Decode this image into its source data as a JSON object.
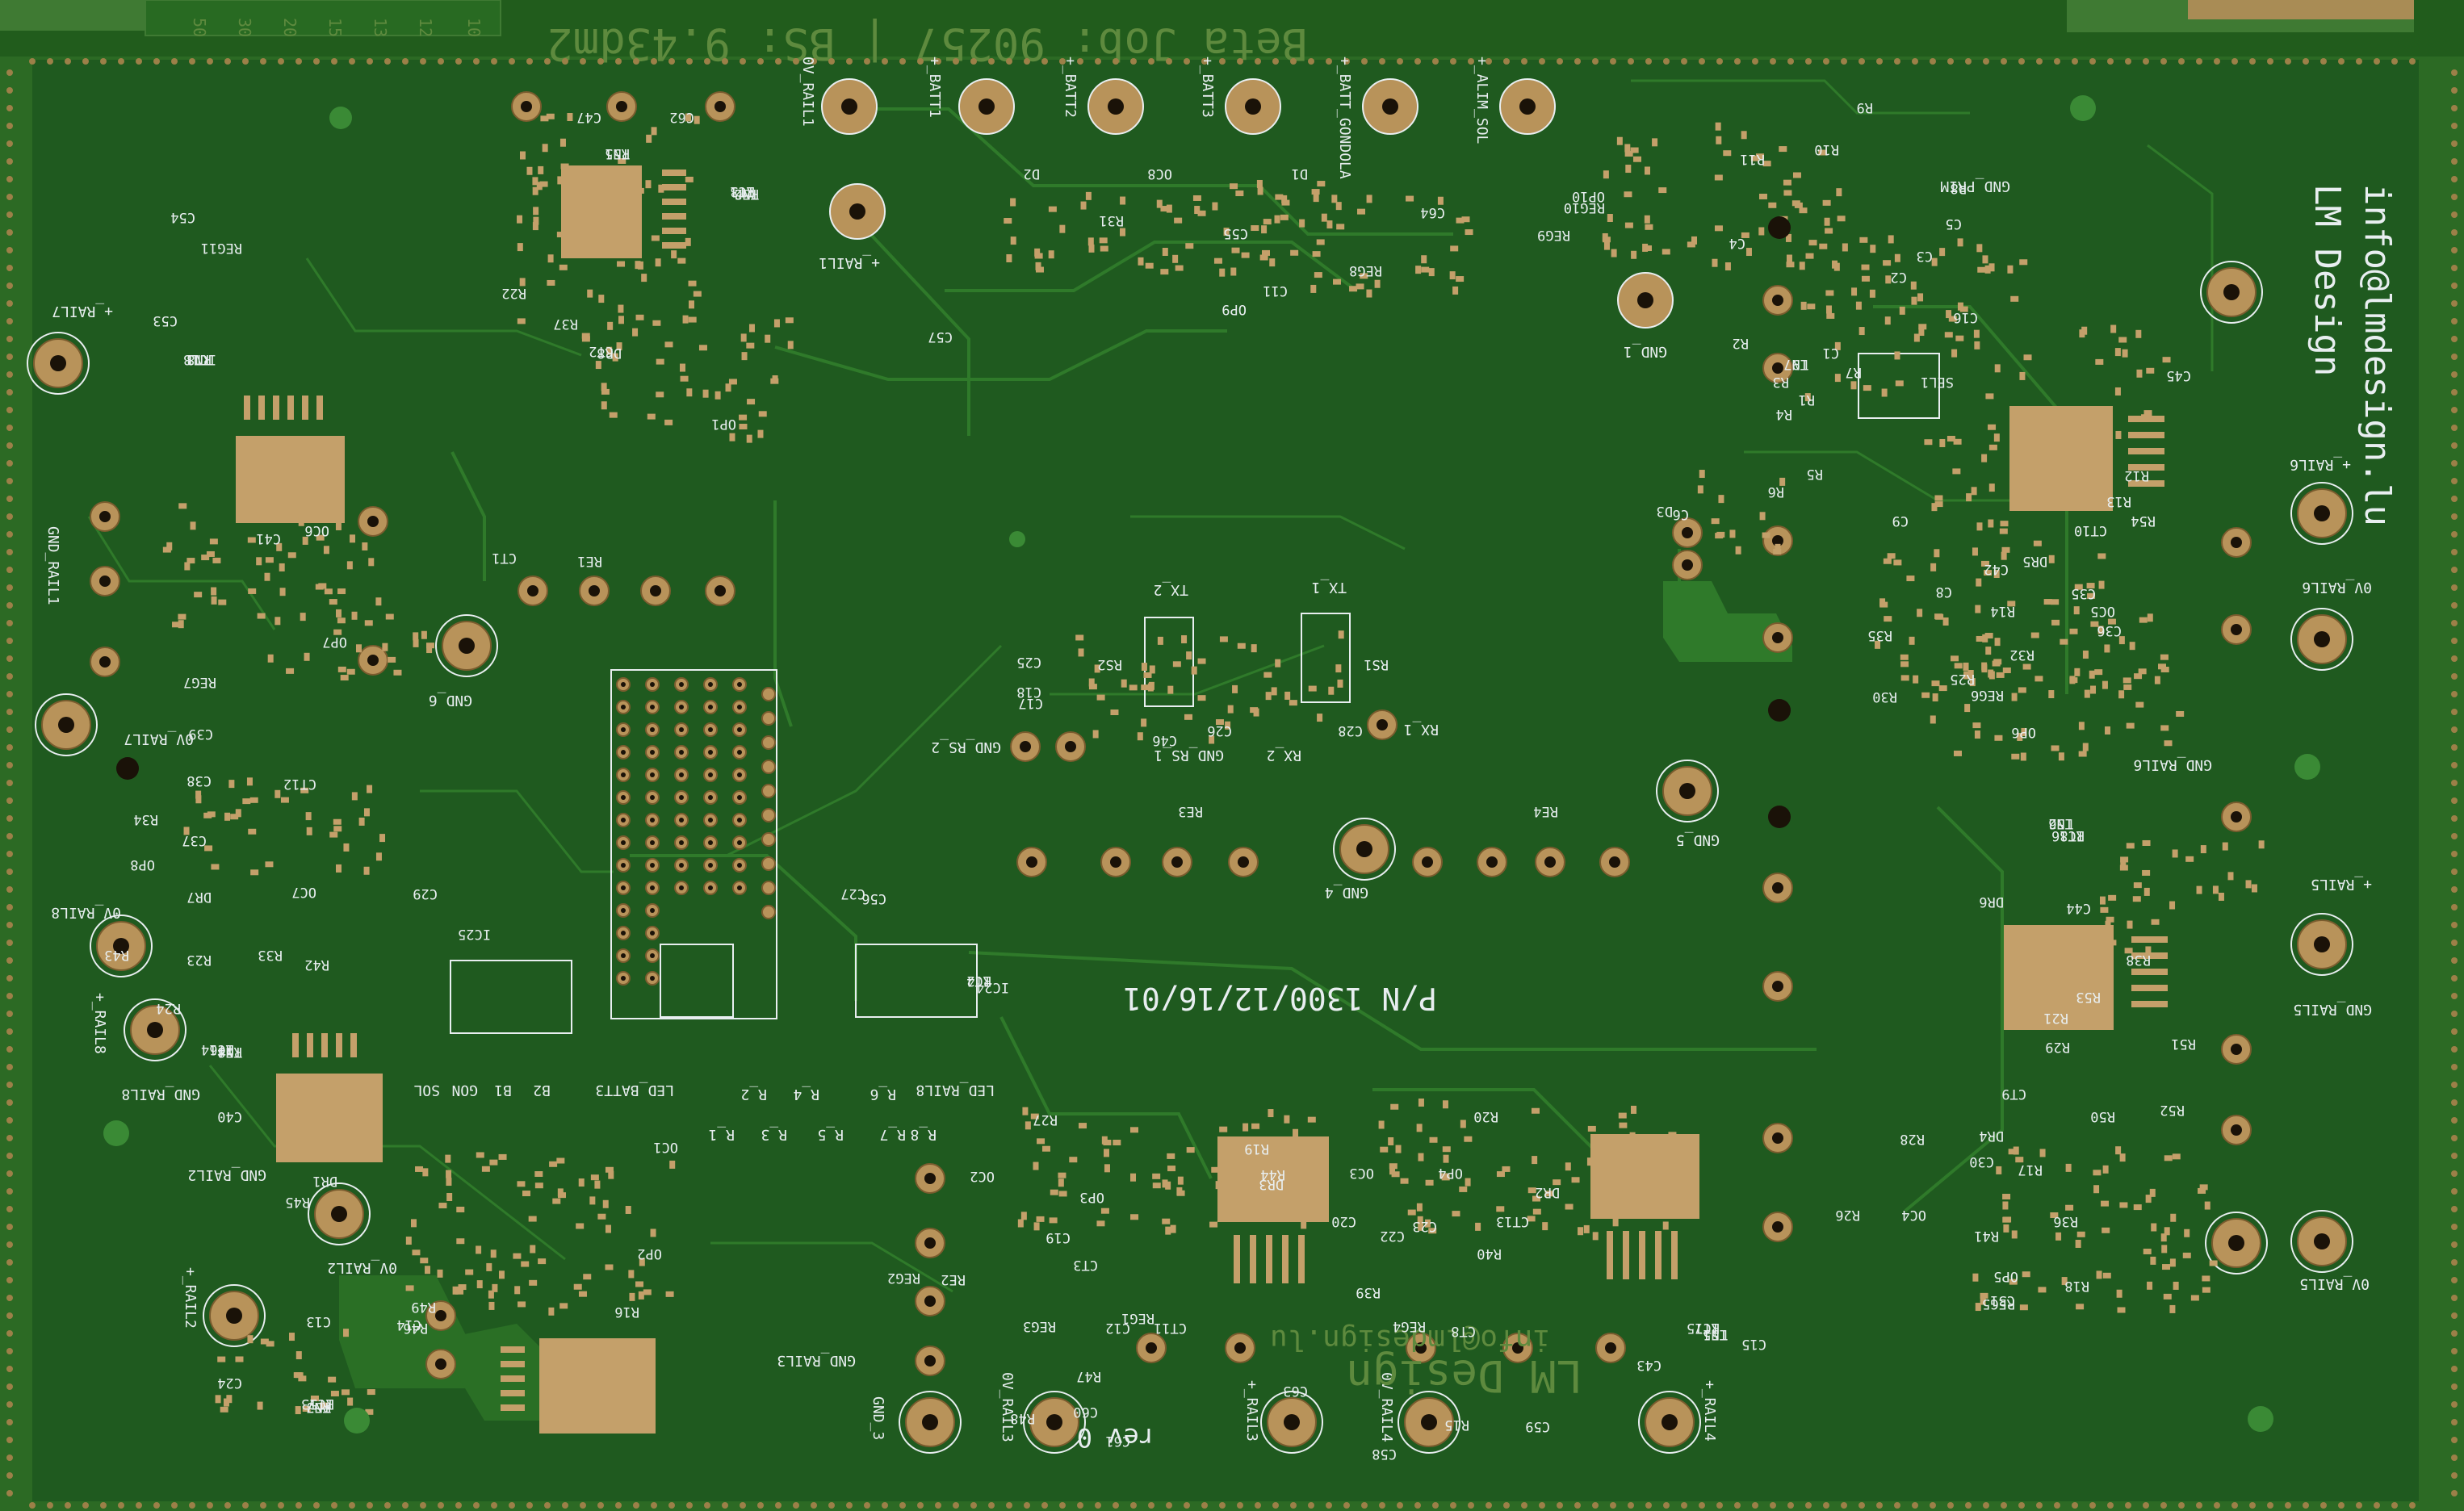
{
  "board": {
    "colors": {
      "soldermask": "#1f5a1f",
      "copper": "#b8935a",
      "silkscreen": "#e8eef0",
      "trace": "#2f7a2a",
      "edge": "#2c6a24"
    },
    "header_text": "Beta Job: 90257 | BS: 9.43dm2",
    "scale_numbers": [
      "50",
      "30",
      "20",
      "15",
      "13",
      "12",
      "10"
    ],
    "brand_top": "LM Design",
    "brand_email_top": "info@lmdesign.lu",
    "brand_bottom": "LM Design",
    "brand_email_bottom": "info@lmdesign.lu",
    "part_number": "P/N 1300/12/16/01",
    "revision": "rev 0"
  },
  "connector_labels": [
    "0V_RAIL1",
    "+_BATT1",
    "+_BATT2",
    "+_BATT3",
    "+_BATT_GONDOLA",
    "+_ALIM_SOL",
    "+_RAIL1",
    "GND_1",
    "GND_PRIM",
    "+_RAIL7",
    "GND_RAIL1",
    "GND_6",
    "0V_RAIL7",
    "0V_RAIL8",
    "+_RAIL8",
    "GND_RAIL8",
    "GND_RAIL2",
    "0V_RAIL2",
    "+_RAIL2",
    "GND_RAIL3",
    "GND_3",
    "0V_RAIL3",
    "+_RAIL3",
    "0V_RAIL4",
    "+_RAIL4",
    "GND_4",
    "GND_5",
    "TX_2",
    "TX_1",
    "RX_1",
    "RX_2",
    "GND_RS_1",
    "GND_RS_2",
    "+_RAIL6",
    "0V_RAIL6",
    "GND_RAIL6",
    "+_RAIL5",
    "GND_RAIL5",
    "0V_RAIL5",
    "LED_BATT3",
    "B2",
    "B1",
    "GON",
    "SOL",
    "LED_RAIL8",
    "R_1",
    "R_2",
    "R_3",
    "R_4",
    "R_5",
    "R_6",
    "R_7",
    "R_8"
  ],
  "component_labels": [
    "TN1",
    "TN2",
    "TN3",
    "TN4",
    "TN5",
    "TN6",
    "TN7",
    "TN8",
    "IC1",
    "IC2",
    "IC13",
    "IC14",
    "IC15",
    "IC16",
    "IC18",
    "IC24",
    "IC25",
    "REG1",
    "REG2",
    "REG3",
    "REG4",
    "REG5",
    "REG6",
    "REG7",
    "REG8",
    "REG9",
    "REG10",
    "REG11",
    "RE1",
    "RE2",
    "RE3",
    "RE4",
    "RS1",
    "RS2",
    "SEL1",
    "OP1",
    "OP2",
    "OP3",
    "OP4",
    "OP5",
    "OP6",
    "OP7",
    "OP8",
    "OP9",
    "OP10",
    "CT1",
    "CT2",
    "CT3",
    "CT8",
    "CT9",
    "CT10",
    "CT11",
    "CT12",
    "CT13",
    "DR1",
    "DR2",
    "DR3",
    "DR4",
    "DR5",
    "DR6",
    "DR7",
    "DR8",
    "OC1",
    "OC2",
    "OC3",
    "OC4",
    "OC5",
    "OC6",
    "OC7",
    "OC8",
    "D1",
    "D2",
    "D3",
    "C47",
    "C62",
    "C57",
    "C56",
    "C28",
    "C26",
    "C27",
    "C29",
    "C24",
    "C40",
    "C46",
    "C45",
    "C44",
    "C43",
    "C42",
    "C41",
    "C39",
    "C38",
    "C37",
    "C36",
    "C35",
    "C31",
    "C30",
    "C25",
    "C22",
    "C23",
    "C20",
    "C19",
    "C18",
    "C17",
    "C16",
    "C15",
    "C14",
    "C13",
    "C12",
    "C11",
    "C9",
    "C8",
    "C6",
    "C5",
    "C4",
    "C3",
    "C2",
    "C1",
    "C58",
    "C59",
    "C60",
    "C61",
    "C63",
    "C64",
    "C55",
    "C54",
    "C53",
    "R1",
    "R2",
    "R3",
    "R4",
    "R5",
    "R6",
    "R7",
    "R8",
    "R9",
    "R10",
    "R11",
    "R12",
    "R13",
    "R14",
    "R15",
    "R16",
    "R17",
    "R18",
    "R19",
    "R20",
    "R21",
    "R22",
    "R23",
    "R24",
    "R25",
    "R26",
    "R27",
    "R28",
    "R29",
    "R30",
    "R31",
    "R32",
    "R33",
    "R34",
    "R35",
    "R36",
    "R37",
    "R38",
    "R39",
    "R40",
    "R41",
    "R42",
    "R43",
    "R44",
    "R45",
    "R46",
    "R47",
    "R48",
    "R49",
    "R50",
    "R51",
    "R52",
    "R53",
    "R54",
    "R55",
    "R56",
    "R57",
    "R58",
    "L51",
    "L52",
    "L9",
    "RT1",
    "RT3",
    "RT4",
    "RT5",
    "RT6",
    "RT7",
    "RT8"
  ]
}
